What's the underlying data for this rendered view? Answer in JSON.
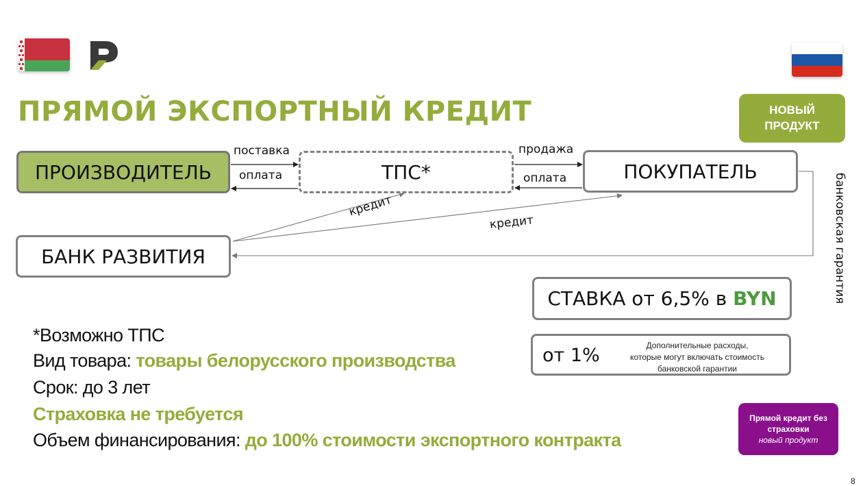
{
  "title": "ПРЯМОЙ ЭКСПОРТНЫЙ КРЕДИТ",
  "badge_new": {
    "line1": "НОВЫЙ",
    "line2": "ПРОДУКТ"
  },
  "colors": {
    "accent_green": "#94ac3c",
    "producer_fill": "#a7bf64",
    "byn_green": "#4e9a3e",
    "purple": "#8a0f8a",
    "border_gray": "#808080"
  },
  "icons": {
    "flag_left": "belarus-flag-icon",
    "flag_right": "russia-flag-icon",
    "logo": "bank-logo"
  },
  "diagram": {
    "producer": "ПРОИЗВОДИТЕЛЬ",
    "tps": "ТПС*",
    "buyer": "ПОКУПАТЕЛЬ",
    "bank": "БАНК РАЗВИТИЯ",
    "edges": {
      "supply": "поставка",
      "payment_left": "оплата",
      "sale": "продажа",
      "payment_right": "оплата",
      "credit_tps": "кредит",
      "credit_buyer": "кредит",
      "guarantee_line1": "банковская",
      "guarantee_line2": "гарантия"
    }
  },
  "rate": {
    "prefix": "СТАВКА от 6,5% в ",
    "currency": "BYN"
  },
  "extra": {
    "value": "от 1%",
    "line1": "Дополнительные расходы,",
    "line2": "которые могут включать стоимость",
    "line3": "банковской гарантии"
  },
  "info": {
    "note": "*Возможно ТПС",
    "goods_label": "Вид товара: ",
    "goods_value": "товары белорусского производства",
    "term": "Срок: до 3 лет",
    "insurance": "Страховка не требуется",
    "volume_label": "Объем финансирования: ",
    "volume_value": "до 100% стоимости экспортного контракта"
  },
  "purple_badge": {
    "line1": "Прямой кредит без",
    "line2": "страховки",
    "line3": "новый продукт"
  },
  "page_number": "8"
}
